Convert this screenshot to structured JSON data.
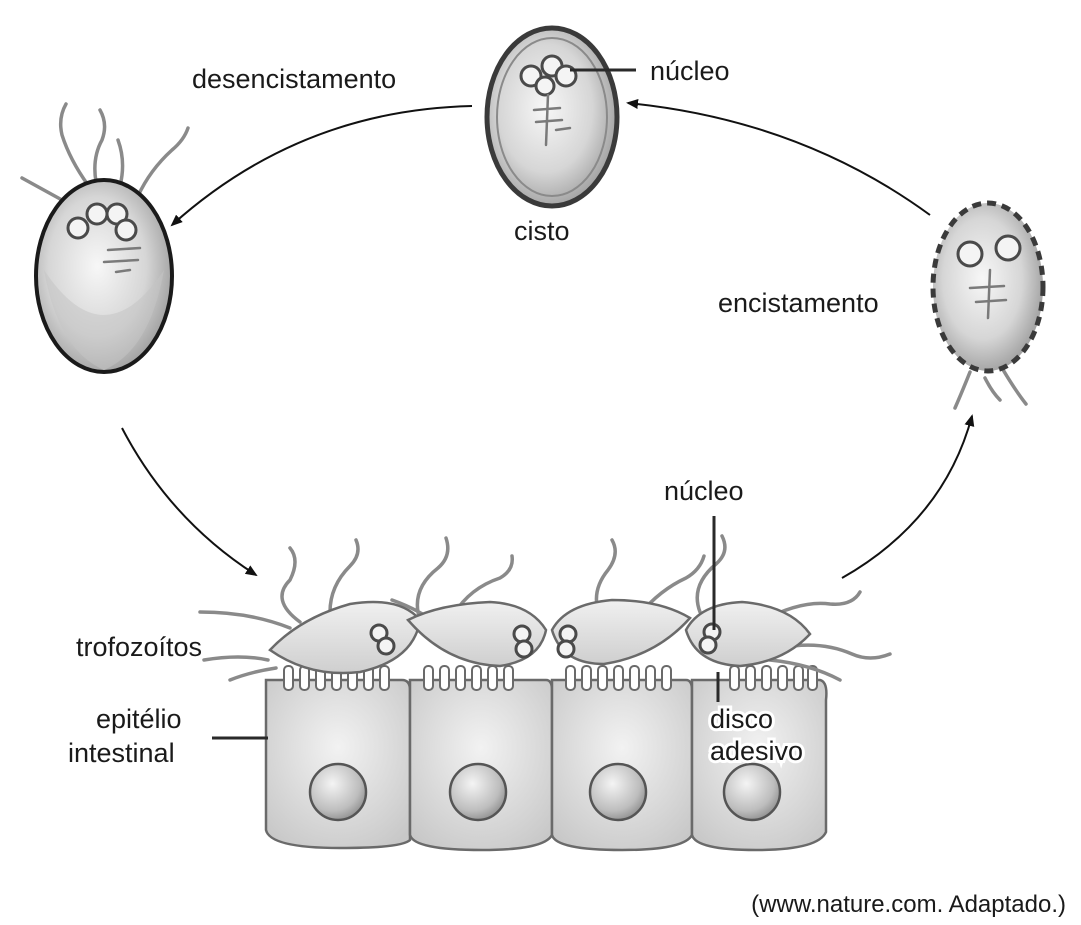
{
  "labels": {
    "desencistamento": "desencistamento",
    "nucleo_top": "núcleo",
    "cisto": "cisto",
    "encistamento": "encistamento",
    "nucleo_bottom": "núcleo",
    "trofozoitos": "trofozoítos",
    "epitelio_line1": "epitélio",
    "epitelio_line2": "intestinal",
    "disco_line1": "disco",
    "disco_line2": "adesivo"
  },
  "source": "(www.nature.com. Adaptado.)",
  "colors": {
    "cell_fill": "#d8d8d8",
    "outline": "#4a4a4a",
    "background": "#ffffff"
  }
}
